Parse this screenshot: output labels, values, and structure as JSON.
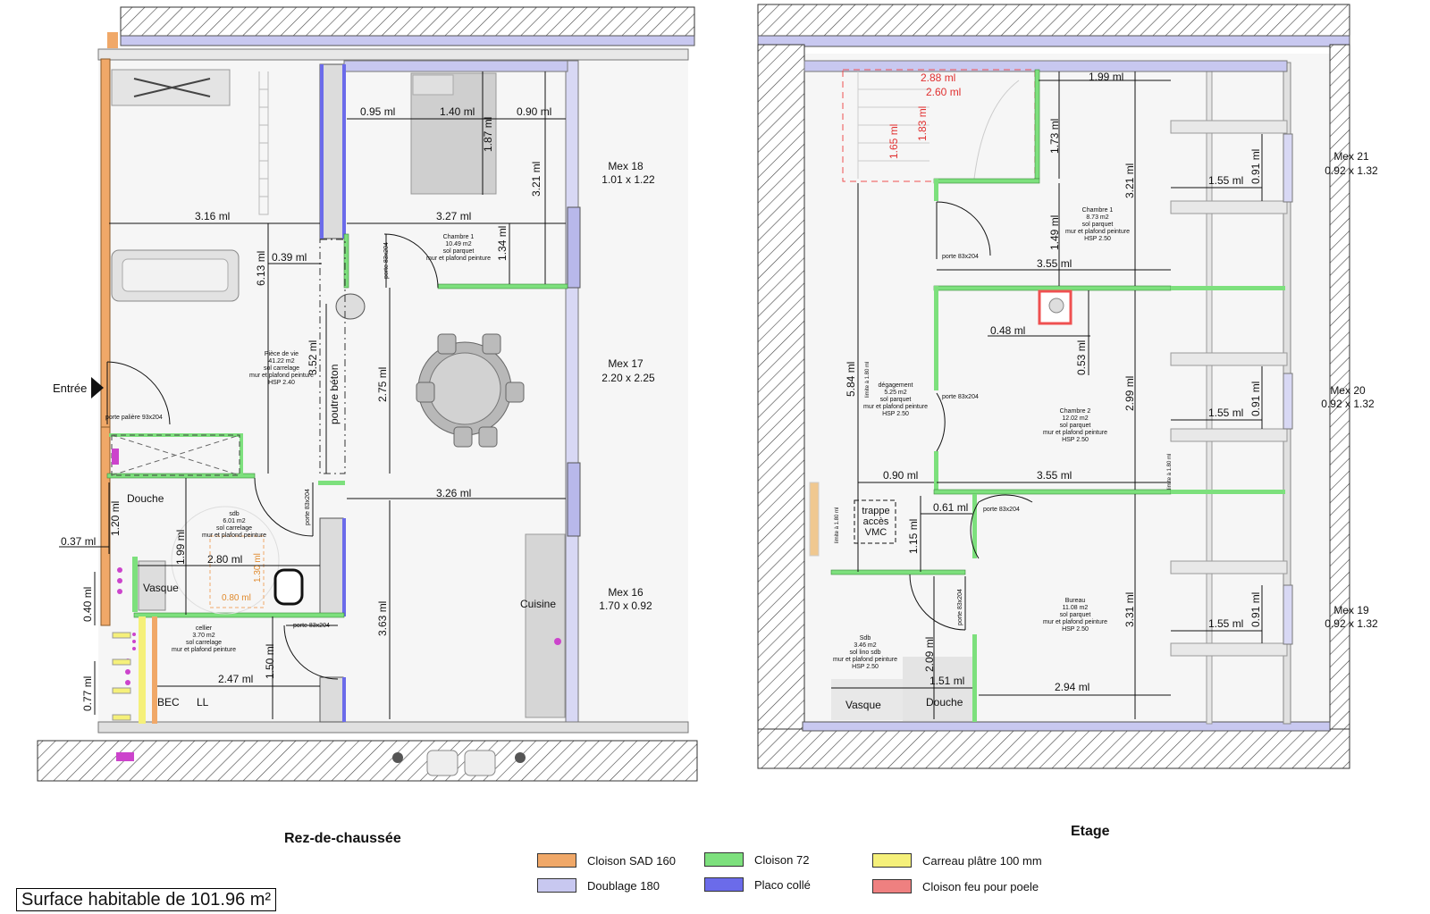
{
  "ground_floor": {
    "title": "Rez-de-chaussée",
    "entrance": "Entrée",
    "door_landing": "porte palière 93x204",
    "room_living": [
      "Pièce de vie",
      "41.22 m2",
      "sol carrelage",
      "mur et plafond peinture",
      "HSP 2.40"
    ],
    "room_bedroom": [
      "Chambre 1",
      "10.49 m2",
      "sol parquet",
      "mur et plafond peinture"
    ],
    "room_bath": [
      "sdb",
      "6.01 m2",
      "sol carrelage",
      "mur et plafond peinture"
    ],
    "room_cellar": [
      "cellier",
      "3.70 m2",
      "sol carrelage",
      "mur et plafond peinture"
    ],
    "beam": "poutre béton",
    "shower": "Douche",
    "sink": "Vasque",
    "kitchen": "Cuisine",
    "bec": "BEC",
    "ll": "LL",
    "door_83": "porte 83x204",
    "dims": {
      "d316": "3.16 ml",
      "d327": "3.27 ml",
      "d095": "0.95 ml",
      "d140": "1.40 ml",
      "d090": "0.90 ml",
      "d187": "1.87 ml",
      "d321": "3.21 ml",
      "d134": "1.34 ml",
      "d613": "6.13 ml",
      "d039": "0.39 ml",
      "d352": "3.52 ml",
      "d275": "2.75 ml",
      "d326": "3.26 ml",
      "d120": "1.20 ml",
      "d199": "1.99 ml",
      "d037": "0.37 ml",
      "d280": "2.80 ml",
      "d040": "0.40 ml",
      "d130": "1.30 ml",
      "d080": "0.80 ml",
      "d363": "3.63 ml",
      "d150": "1.50 ml",
      "d247": "2.47 ml",
      "d077": "0.77 ml"
    },
    "windows": [
      {
        "name": "Mex 18",
        "size": "1.01 x 1.22"
      },
      {
        "name": "Mex 17",
        "size": "2.20 x 2.25"
      },
      {
        "name": "Mex 16",
        "size": "1.70 x 0.92"
      }
    ]
  },
  "upper_floor": {
    "title": "Etage",
    "room_bed1": [
      "Chambre 1",
      "8.73 m2",
      "sol parquet",
      "mur et plafond peinture",
      "HSP 2.50"
    ],
    "room_bed2": [
      "Chambre 2",
      "12.02 m2",
      "sol parquet",
      "mur et plafond peinture",
      "HSP 2.50"
    ],
    "room_office": [
      "Bureau",
      "11.08 m2",
      "sol parquet",
      "mur et plafond peinture",
      "HSP 2.50"
    ],
    "room_hall": [
      "dégagement",
      "5.25 m2",
      "sol parquet",
      "mur et plafond peinture",
      "HSP 2.50"
    ],
    "room_bath": [
      "Sdb",
      "3.46 m2",
      "sol lino sdb",
      "mur et plafond peinture",
      "HSP 2.50"
    ],
    "hatch": [
      "trappe",
      "accès",
      "VMC"
    ],
    "shower": "Douche",
    "sink": "Vasque",
    "door_83": "porte 83x204",
    "limit": "limite à 1.80 ml",
    "dims": {
      "d288": "2.88 ml",
      "d260": "2.60 ml",
      "d165": "1.65 ml",
      "d183": "1.83 ml",
      "d199": "1.99 ml",
      "d173": "1.73 ml",
      "d321": "3.21 ml",
      "d149": "1.49 ml",
      "d355a": "3.55 ml",
      "d048": "0.48 ml",
      "d053": "0.53 ml",
      "d584": "5.84 ml",
      "d299": "2.99 ml",
      "d090": "0.90 ml",
      "d355b": "3.55 ml",
      "d061": "0.61 ml",
      "d115": "1.15 ml",
      "d209": "2.09 ml",
      "d151": "1.51 ml",
      "d331": "3.31 ml",
      "d294": "2.94 ml",
      "d155": "1.55 ml",
      "d091": "0.91 ml"
    },
    "windows": [
      {
        "name": "Mex 21",
        "size": "0.92 x 1.32"
      },
      {
        "name": "Mex 20",
        "size": "0.92 x 1.32"
      },
      {
        "name": "Mex 19",
        "size": "0.92 x 1.32"
      }
    ]
  },
  "legend": [
    {
      "label": "Cloison SAD 160",
      "color": "#f0a868"
    },
    {
      "label": "Cloison 72",
      "color": "#7de07d"
    },
    {
      "label": "Carreau plâtre 100 mm",
      "color": "#f5f07a"
    },
    {
      "label": "Doublage 180",
      "color": "#c8c8f0"
    },
    {
      "label": "Placo collé",
      "color": "#6b6bea"
    },
    {
      "label": "Cloison feu pour poele",
      "color": "#ef8080"
    }
  ],
  "surface": "Surface habitable de 101.96 m²"
}
